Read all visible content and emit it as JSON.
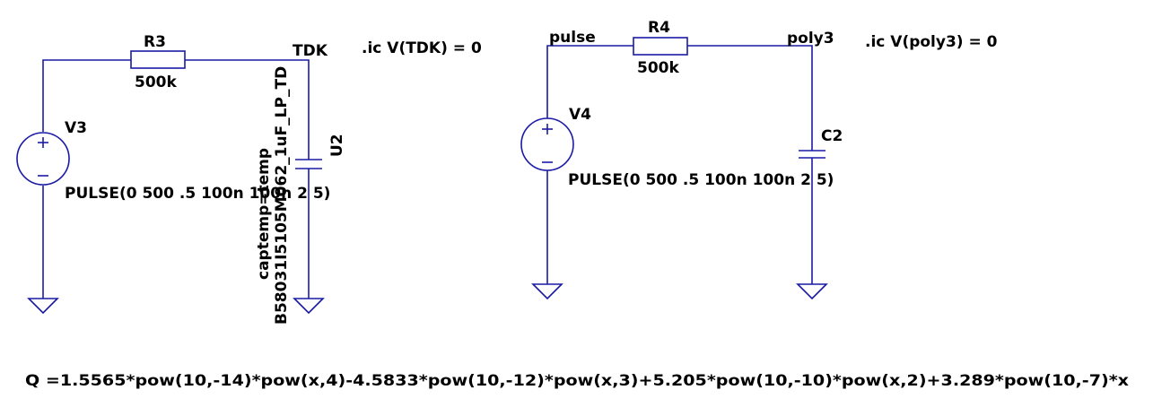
{
  "left_circuit": {
    "resistor_name": "R3",
    "resistor_value": "500k",
    "source_name": "V3",
    "source_value": "PULSE(0 500 .5 100n 100n 2 5)",
    "node_label": "TDK",
    "ic_directive": ".ic V(TDK) = 0",
    "cap_name": "U2",
    "cap_model": "B58031I5105M062_1uF_LP_TD",
    "cap_param": "captemp=temp"
  },
  "right_circuit": {
    "resistor_name": "R4",
    "resistor_value": "500k",
    "source_name": "V4",
    "source_value": "PULSE(0 500 .5 100n 100n 2 5)",
    "node_in_label": "pulse",
    "node_out_label": "poly3",
    "ic_directive": ".ic V(poly3) = 0",
    "cap_name": "C2"
  },
  "equation": "Q =1.5565*pow(10,-14)*pow(x,4)-4.5833*pow(10,-12)*pow(x,3)+5.205*pow(10,-10)*pow(x,2)+3.289*pow(10,-7)*x"
}
